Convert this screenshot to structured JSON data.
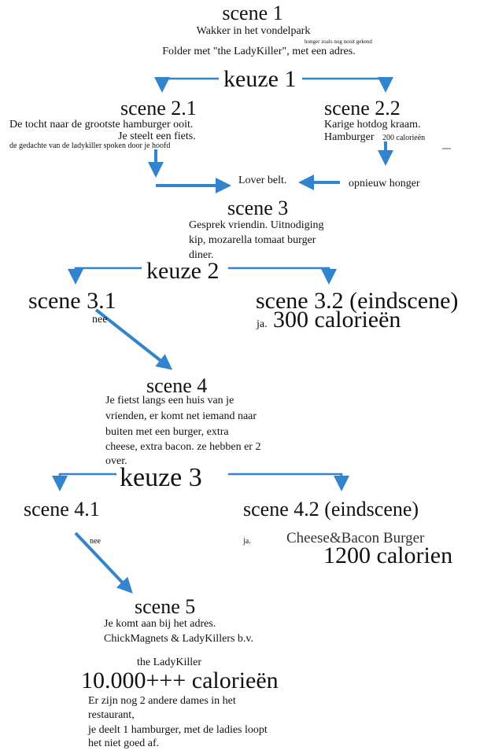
{
  "scene1": {
    "title": "scene 1",
    "line1": "Wakker in het vondelpark",
    "note": "honger zoals nog nooit gekend",
    "line2": "Folder met \"the LadyKiller\", met een adres."
  },
  "keuze1": "keuze 1",
  "scene21": {
    "title": "scene 2.1",
    "line1": "De tocht naar de grootste hamburger ooit.",
    "line2": "Je steelt een fiets.",
    "note": "de gedachte van de ladykiller spoken door je hoofd"
  },
  "scene22": {
    "title": "scene 2.2",
    "line1": "Karige hotdog kraam.",
    "line2": "Hamburger",
    "note": "200 calorieën"
  },
  "lover": "Lover belt.",
  "opnieuw": "opnieuw honger",
  "scene3": {
    "title": "scene 3",
    "line1": "Gesprek vriendin. Uitnodiging",
    "line2": "kip, mozarella tomaat burger",
    "line3": "diner."
  },
  "keuze2": "keuze 2",
  "scene31": {
    "title": "scene 3.1",
    "answer": "nee"
  },
  "scene32": {
    "title": "scene 3.2 (eindscene)",
    "answer": "ja.",
    "calories": "300 calorieën"
  },
  "scene4": {
    "title": "scene 4",
    "line1": "Je fietst langs een huis van je",
    "line2": "vrienden, er komt net iemand naar",
    "line3": "buiten met een burger, extra",
    "line4": "cheese, extra bacon. ze hebben er 2",
    "line5": "over."
  },
  "keuze3": "keuze 3",
  "scene41": {
    "title": "scene 4.1",
    "answer": "nee"
  },
  "scene42": {
    "title": "scene 4.2 (eindscene)",
    "answer": "ja.",
    "burger": "Cheese&Bacon Burger",
    "calories": "1200 calorien"
  },
  "scene5": {
    "title": "scene 5",
    "line1": "Je komt aan bij het adres.",
    "line2": "ChickMagnets & LadyKillers b.v.",
    "ladykiller": "the LadyKiller",
    "calories": "10.000+++ calorieën",
    "line3": "Er zijn nog 2 andere dames in het",
    "line4": "restaurant,",
    "line5": "je deelt 1 hamburger, met de ladies loopt",
    "line6": "het niet goed af."
  },
  "colors": {
    "arrow": "#3384cf",
    "text": "#111111"
  }
}
